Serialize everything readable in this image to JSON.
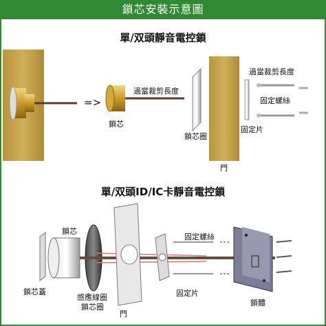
{
  "header": {
    "title": "鎖芯安裝示意圖"
  },
  "section1": {
    "title": "單/双頭靜音電控鎖",
    "labels": {
      "arrow": "=>",
      "cylinder_length": "過當裁剪長度",
      "lock_cylinder": "鎖芯",
      "cylinder_ring": "鎖芯圈",
      "door": "門",
      "cut_length": "過當裁剪長度",
      "fixing_screws": "固定螺絲",
      "fixing_plate": "固定片"
    }
  },
  "section2": {
    "title": "單/双頭ID/IC卡靜音電控鎖",
    "labels": {
      "lock_cylinder": "鎖芯",
      "cylinder_cover": "鎖芯蓋",
      "induction_coil": "感應線圈",
      "cylinder_ring": "鎖芯圈",
      "door": "門",
      "fixing_screws": "固定螺絲",
      "fixing_plate": "固定片",
      "lock_body": "鎖體"
    }
  },
  "colors": {
    "header_bg": "#2f8a33",
    "wood": "#c8a84e",
    "brass": "#c99a2a",
    "bolt": "#5a3a2a"
  }
}
